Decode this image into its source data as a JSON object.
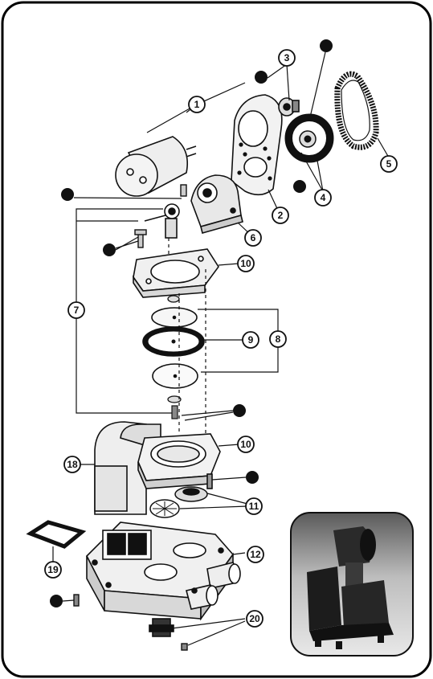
{
  "diagram": {
    "part_numbers": [
      "1",
      "2",
      "3",
      "4",
      "5",
      "6",
      "7",
      "8",
      "9",
      "10",
      "10",
      "11",
      "12",
      "18",
      "19",
      "20"
    ]
  },
  "colors": {
    "ink": "#111111",
    "frame": "#000000",
    "inset_bg": "#b9b9b9",
    "inset_dark": "#2a2a2a"
  }
}
